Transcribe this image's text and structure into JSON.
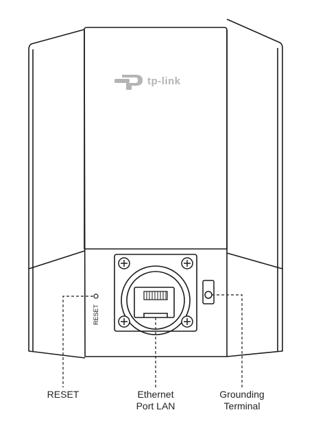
{
  "device": {
    "brand_logo_text": "tp-link",
    "reset_side_label": "RESET"
  },
  "callouts": {
    "reset": {
      "line1": "RESET"
    },
    "ethernet": {
      "line1": "Ethernet",
      "line2": "Port LAN"
    },
    "grounding": {
      "line1": "Grounding",
      "line2": "Terminal"
    }
  },
  "colors": {
    "stroke": "#1a1a1a",
    "logo": "#b4b4b4",
    "background": "#ffffff"
  }
}
